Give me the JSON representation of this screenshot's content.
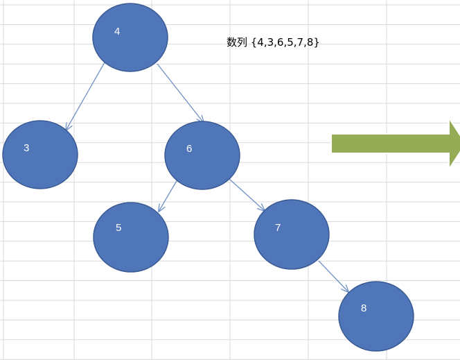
{
  "caption": "数列 {4,3,6,5,7,8}",
  "nodes": [
    {
      "id": "n4",
      "label": "4"
    },
    {
      "id": "n3",
      "label": "3"
    },
    {
      "id": "n6",
      "label": "6"
    },
    {
      "id": "n5",
      "label": "5"
    },
    {
      "id": "n7",
      "label": "7"
    },
    {
      "id": "n8",
      "label": "8"
    }
  ],
  "edges": [
    {
      "from": "n4",
      "to": "n3"
    },
    {
      "from": "n4",
      "to": "n6"
    },
    {
      "from": "n6",
      "to": "n5"
    },
    {
      "from": "n6",
      "to": "n7"
    },
    {
      "from": "n7",
      "to": "n8"
    }
  ],
  "colors": {
    "node_fill": "#4f76b8",
    "node_stroke": "#3a5a93",
    "edge": "#6f8fc6",
    "grid": "#d9d9d9",
    "arrow": "#96ab55"
  }
}
